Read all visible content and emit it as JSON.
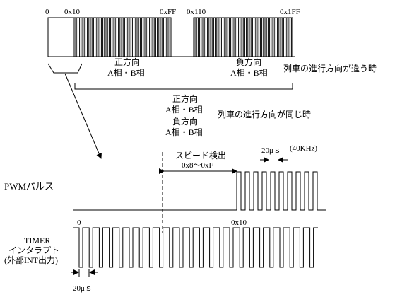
{
  "top": {
    "hex_0": "0",
    "hex_0x10": "0x10",
    "hex_0xff": "0xFF",
    "hex_0x110": "0x110",
    "hex_0x1ff": "0x1FF",
    "left_dir": "正方向",
    "left_phase": "A相・B相",
    "right_dir": "負方向",
    "right_phase": "A相・B相",
    "diff_note": "列車の進行方向が違う時"
  },
  "middle": {
    "pos_dir": "正方向",
    "pos_phase": "A相・B相",
    "neg_dir": "負方向",
    "neg_phase": "A相・B相",
    "same_note": "列車の進行方向が同じ時"
  },
  "pwm": {
    "label": "PWMパルス",
    "speed_label": "スピード検出",
    "speed_range": "0x8〜0xF",
    "period_label": "20μｓ",
    "freq_label": "(40KHz)"
  },
  "timer": {
    "label_line1": "TIMER",
    "label_line2": "インタラプト",
    "label_line3": "(外部INT出力)",
    "tick_0": "0",
    "tick_0x10": "0x10",
    "period_label": "20μｓ"
  }
}
